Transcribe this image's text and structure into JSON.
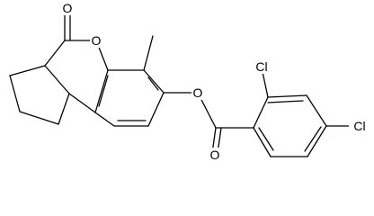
{
  "molecule": {
    "atoms": {
      "carbonyl_o": "O",
      "ring_o": "O",
      "methyl": "",
      "ester_o": "O",
      "ester_carbonyl_o": "O",
      "cl_ortho": "Cl",
      "cl_para": "Cl"
    }
  },
  "colors": {
    "bond": "#000000",
    "background": "#ffffff"
  }
}
